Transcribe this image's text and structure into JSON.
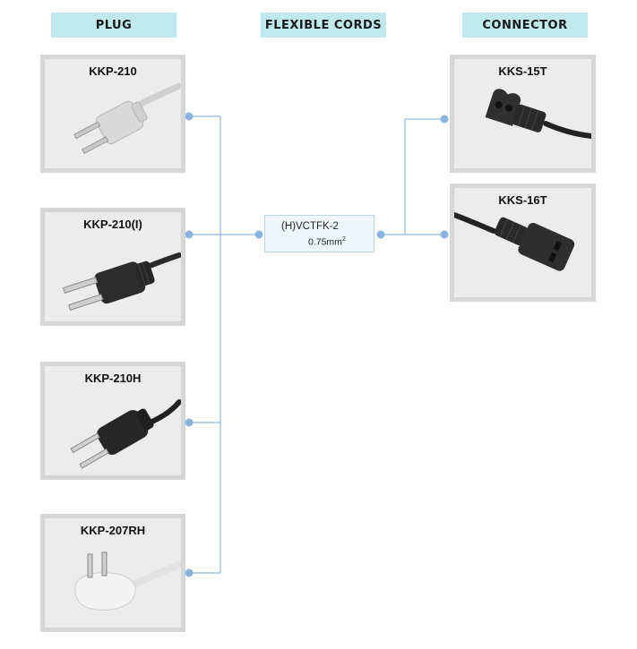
{
  "headers": {
    "plug": "PLUG",
    "cords": "FLEXIBLE CORDS",
    "connector": "CONNECTOR"
  },
  "plugs": [
    {
      "label": "KKP-210",
      "color": "#d8d8d8"
    },
    {
      "label": "KKP-210(I)",
      "color": "#2a2a2a"
    },
    {
      "label": "KKP-210H",
      "color": "#222222"
    },
    {
      "label": "KKP-207RH",
      "color": "#f2f2f2"
    }
  ],
  "cord": {
    "name": "(H)VCTFK-2",
    "size": "0.75mm",
    "size_sup": "2"
  },
  "connectors": [
    {
      "label": "KKS-15T",
      "color": "#2a2a2a"
    },
    {
      "label": "KKS-16T",
      "color": "#2a2a2a"
    }
  ],
  "colors": {
    "header_bg": "#bfe9ec",
    "line": "#8fb8de",
    "node": "#8ab4e0",
    "card_bg": "#ececec",
    "card_border": "#d6d6d6"
  }
}
